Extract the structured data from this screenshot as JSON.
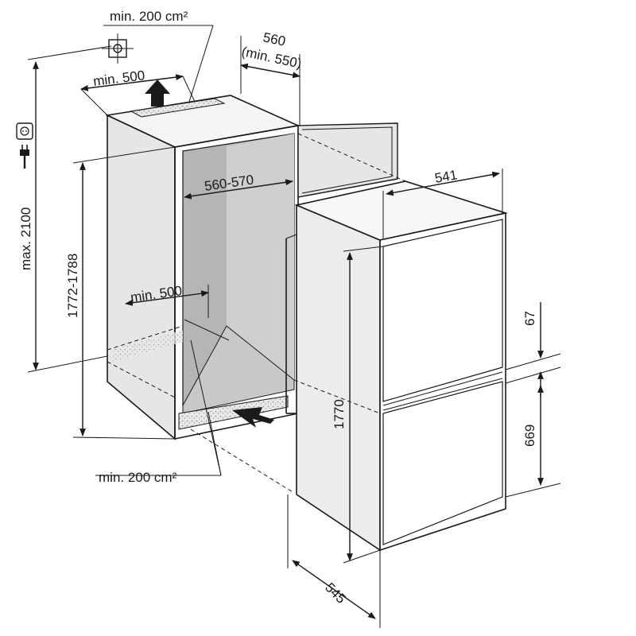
{
  "labels": {
    "top_vent": "min. 200 cm²",
    "niche_width": "560",
    "niche_width_min": "(min. 550)",
    "top_depth_min": "min. 500",
    "max_height": "max. 2100",
    "niche_height": "1772-1788",
    "inner_width": "560-570",
    "bottom_depth_min": "min. 500",
    "bottom_vent": "min. 200 cm²",
    "appliance_width": "541",
    "appliance_height": "1770",
    "appliance_depth": "545",
    "gap": "67",
    "lower_door": "669"
  },
  "icons": {
    "ventilation": "ventilation-symbol-icon",
    "power": "power-socket-icon",
    "air_up": "air-outflow-arrow-icon",
    "air_in": "air-inflow-arrow-icon"
  },
  "colors": {
    "line": "#1a1a1a",
    "niche_inner": "#b5b5b5",
    "niche_side": "#d9d9d9",
    "appliance_side": "#e6e6e6",
    "door_face": "#ffffff"
  }
}
